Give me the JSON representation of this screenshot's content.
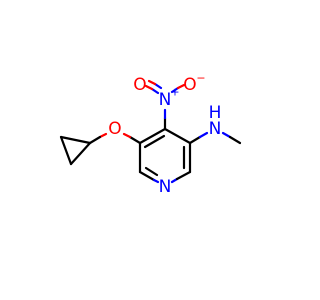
{
  "molecule": {
    "colors": {
      "carbon": "#000000",
      "nitrogen": "#0000ff",
      "oxygen": "#ff0000",
      "background": "#ffffff"
    },
    "atoms": {
      "ring_n": {
        "symbol": "N"
      },
      "amine_n": {
        "symbol": "N"
      },
      "amine_h": {
        "symbol": "H"
      },
      "nitro_n": {
        "symbol": "N",
        "charge": "+"
      },
      "nitro_o1": {
        "symbol": "O"
      },
      "nitro_o2": {
        "symbol": "O",
        "charge": "−"
      },
      "ether_o": {
        "symbol": "O"
      }
    }
  }
}
